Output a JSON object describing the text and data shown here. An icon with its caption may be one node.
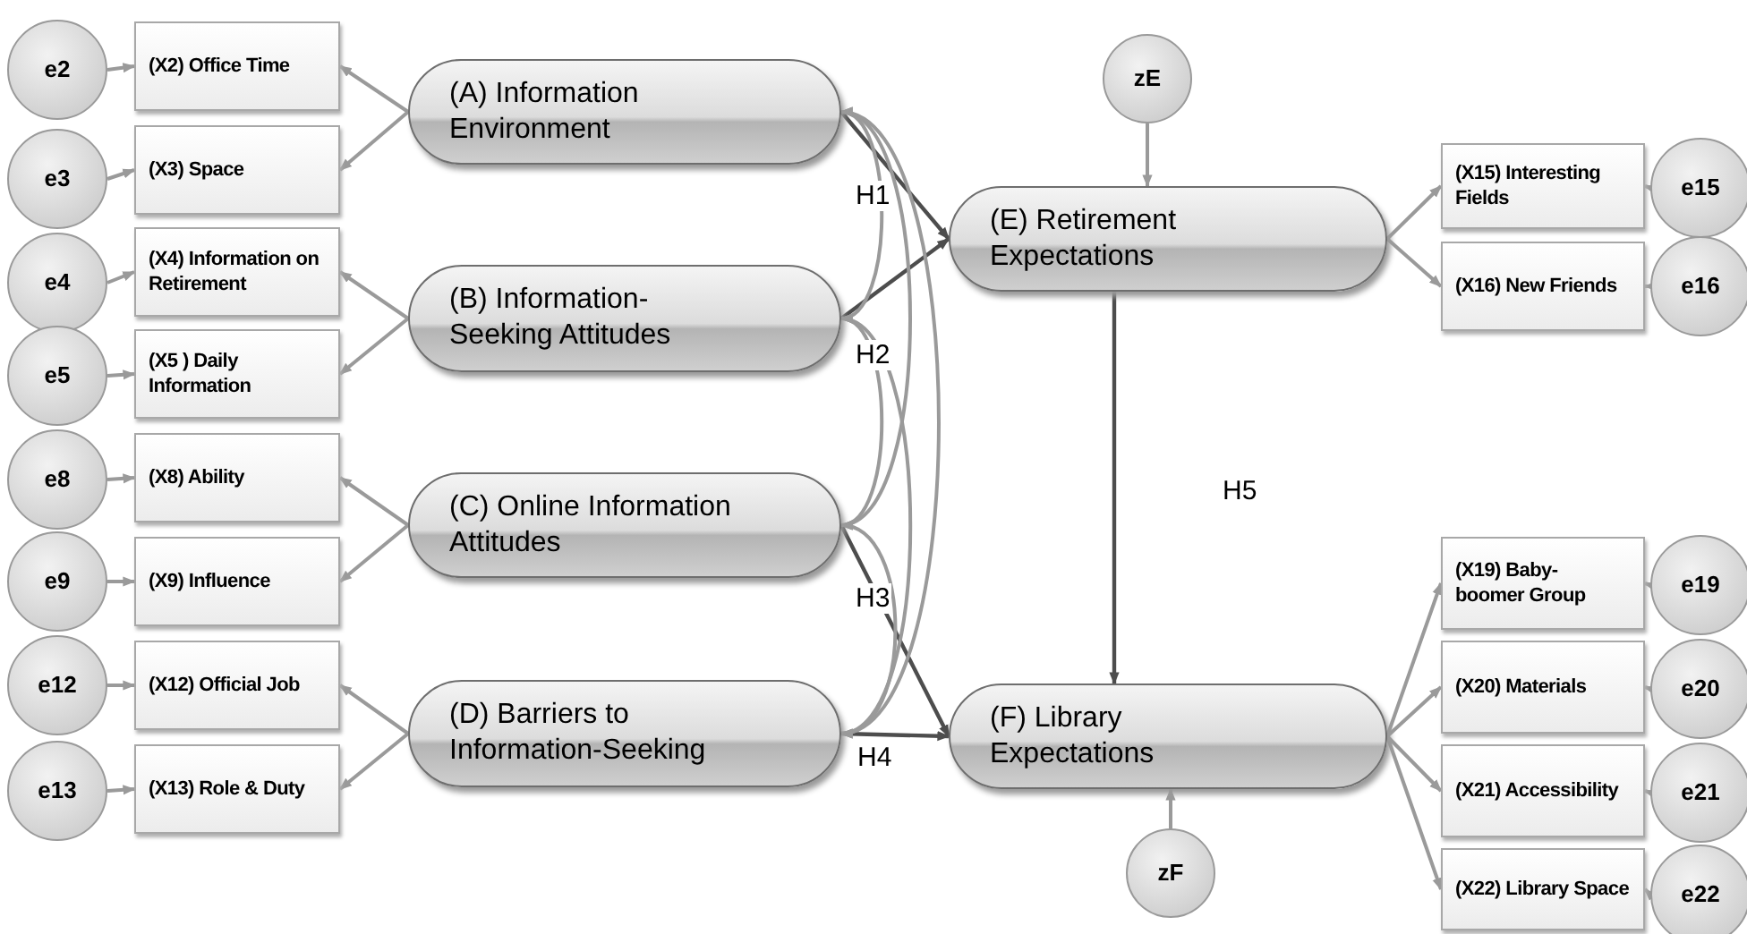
{
  "diagram": {
    "nodes": [
      {
        "text": [
          "e2"
        ]
      },
      {
        "text": [
          "(X2) Office Time"
        ]
      },
      {
        "text": [
          "e3"
        ]
      },
      {
        "text": [
          "(X3) Space"
        ]
      },
      {
        "text": [
          "e4"
        ]
      },
      {
        "text": [
          "(X4) Information on Retirement"
        ]
      },
      {
        "text": [
          "e5"
        ]
      },
      {
        "text": [
          "(X5 ) Daily Information"
        ]
      },
      {
        "text": [
          "e8"
        ]
      },
      {
        "text": [
          "(X8) Ability"
        ]
      },
      {
        "text": [
          "e9"
        ]
      },
      {
        "text": [
          "(X9) Influence"
        ]
      },
      {
        "text": [
          "e12"
        ]
      },
      {
        "text": [
          "(X12) Official Job"
        ]
      },
      {
        "text": [
          "e13"
        ]
      },
      {
        "text": [
          "(X13) Role & Duty"
        ]
      },
      {
        "text": [
          "(A) Information Environment"
        ]
      },
      {
        "text": [
          "(B) Information- Seeking Attitudes"
        ]
      },
      {
        "text": [
          "(C) Online Information Attitudes"
        ]
      },
      {
        "text": [
          "(D) Barriers to Information-Seeking"
        ]
      },
      {
        "text": [
          "zE"
        ]
      },
      {
        "text": [
          "(E) Retirement Expectations"
        ]
      },
      {
        "text": [
          "(X15) Interesting Fields"
        ]
      },
      {
        "text": [
          "e15"
        ]
      },
      {
        "text": [
          "(X16) New Friends"
        ]
      },
      {
        "text": [
          "e16"
        ]
      },
      {
        "text": [
          "(F) Library Expectations"
        ]
      },
      {
        "text": [
          "zF"
        ]
      },
      {
        "text": [
          "(X19) Baby- boomer Group"
        ]
      },
      {
        "text": [
          "e19"
        ]
      },
      {
        "text": [
          "(X20) Materials"
        ]
      },
      {
        "text": [
          "e20"
        ]
      },
      {
        "text": [
          "(X21) Accessibility"
        ]
      },
      {
        "text": [
          "e21"
        ]
      },
      {
        "text": [
          "(X22) Library Space"
        ]
      },
      {
        "text": [
          "e22"
        ]
      }
    ],
    "edges": [
      {
        "from": 0,
        "to": 1,
        "arrow": "to"
      },
      {
        "from": 2,
        "to": 3,
        "arrow": "to"
      },
      {
        "from": 4,
        "to": 5,
        "arrow": "to"
      },
      {
        "from": 6,
        "to": 7,
        "arrow": "to"
      },
      {
        "from": 8,
        "to": 9,
        "arrow": "to"
      },
      {
        "from": 10,
        "to": 11,
        "arrow": "to"
      },
      {
        "from": 12,
        "to": 13,
        "arrow": "to"
      },
      {
        "from": 14,
        "to": 15,
        "arrow": "to"
      },
      {
        "from": 16,
        "to": 1,
        "arrow": "to"
      },
      {
        "from": 16,
        "to": 3,
        "arrow": "to"
      },
      {
        "from": 17,
        "to": 5,
        "arrow": "to"
      },
      {
        "from": 17,
        "to": 7,
        "arrow": "to"
      },
      {
        "from": 18,
        "to": 9,
        "arrow": "to"
      },
      {
        "from": 18,
        "to": 11,
        "arrow": "to"
      },
      {
        "from": 19,
        "to": 13,
        "arrow": "to"
      },
      {
        "from": 19,
        "to": 15,
        "arrow": "to"
      },
      {
        "from": 16,
        "to": 21,
        "arrow": "to",
        "label": "H1",
        "color": "#4d4d4d"
      },
      {
        "from": 17,
        "to": 21,
        "arrow": "to",
        "label": "H2",
        "color": "#4d4d4d"
      },
      {
        "from": 18,
        "to": 26,
        "arrow": "to",
        "label": "H3",
        "color": "#4d4d4d"
      },
      {
        "from": 19,
        "to": 26,
        "arrow": "to",
        "label": "H4",
        "color": "#4d4d4d"
      },
      {
        "from": 21,
        "to": 26,
        "arrow": "to",
        "label": "H5",
        "color": "#4d4d4d"
      },
      {
        "from": 16,
        "to": 17,
        "arrow": "both"
      },
      {
        "from": 16,
        "to": 18,
        "arrow": "both"
      },
      {
        "from": 16,
        "to": 19,
        "arrow": "both"
      },
      {
        "from": 17,
        "to": 18,
        "arrow": "both"
      },
      {
        "from": 17,
        "to": 19,
        "arrow": "both"
      },
      {
        "from": 18,
        "to": 19,
        "arrow": "both"
      },
      {
        "from": 20,
        "to": 21,
        "arrow": "to"
      },
      {
        "from": 27,
        "to": 26,
        "arrow": "to"
      },
      {
        "from": 21,
        "to": 22,
        "arrow": "to"
      },
      {
        "from": 21,
        "to": 24,
        "arrow": "to"
      },
      {
        "from": 23,
        "to": 22,
        "arrow": "to"
      },
      {
        "from": 25,
        "to": 24,
        "arrow": "to"
      },
      {
        "from": 26,
        "to": 28,
        "arrow": "to"
      },
      {
        "from": 26,
        "to": 30,
        "arrow": "to"
      },
      {
        "from": 26,
        "to": 32,
        "arrow": "to"
      },
      {
        "from": 26,
        "to": 34,
        "arrow": "to"
      },
      {
        "from": 29,
        "to": 28,
        "arrow": "to"
      },
      {
        "from": 31,
        "to": 30,
        "arrow": "to"
      },
      {
        "from": 33,
        "to": 32,
        "arrow": "to"
      },
      {
        "from": 35,
        "to": 34,
        "arrow": "to"
      }
    ]
  }
}
